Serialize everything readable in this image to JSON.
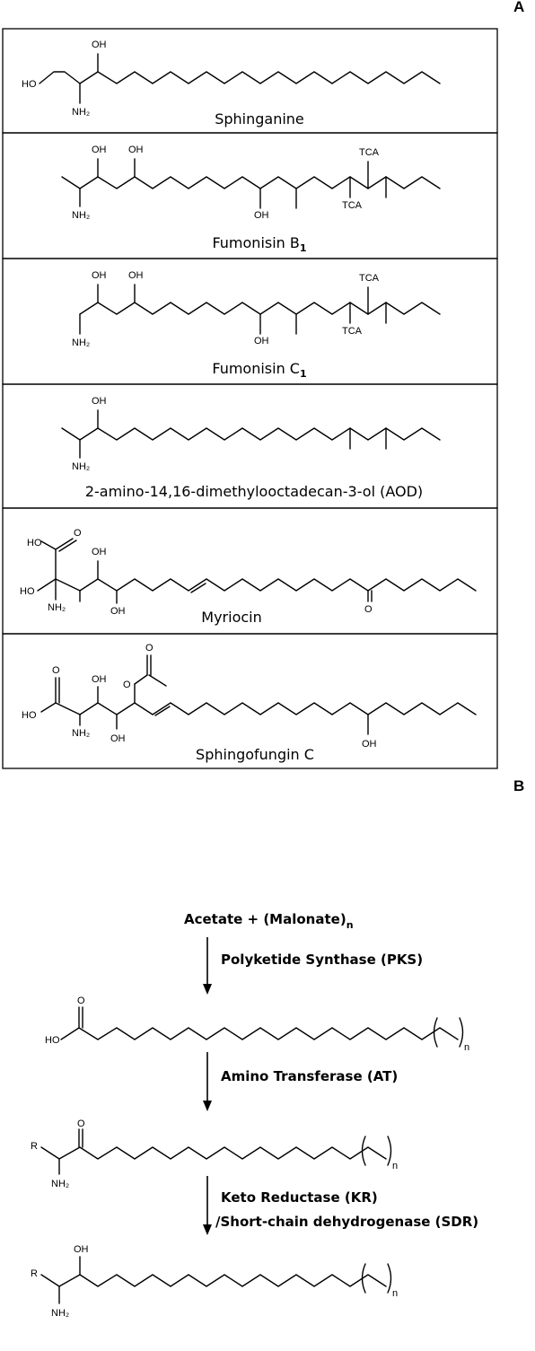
{
  "panel_a": {
    "letter": "A",
    "compounds": [
      {
        "name": "Sphinganine",
        "sub": ""
      },
      {
        "name": "Fumonisin B",
        "sub": "1"
      },
      {
        "name": "Fumonisin C",
        "sub": "1"
      },
      {
        "name": "2-amino-14,16-dimethylooctadecan-3-ol (AOD)",
        "sub": ""
      },
      {
        "name": "Myriocin",
        "sub": ""
      },
      {
        "name": "Sphingofungin C",
        "sub": ""
      }
    ]
  },
  "panel_b": {
    "letter": "B",
    "start_main": "Acetate + (Malonate)",
    "start_sub": "n",
    "steps": [
      {
        "line1": "Polyketide Synthase (PKS)",
        "line2": ""
      },
      {
        "line1": "Amino Transferase (AT)",
        "line2": ""
      },
      {
        "line1": "Keto Reductase (KR)",
        "line2": "/Short-chain dehydrogenase (SDR)"
      }
    ]
  },
  "atoms": {
    "oh": "OH",
    "ho": "HO",
    "nh2": "NH₂",
    "tca": "TCA",
    "o": "O",
    "r": "R",
    "n": "n"
  }
}
